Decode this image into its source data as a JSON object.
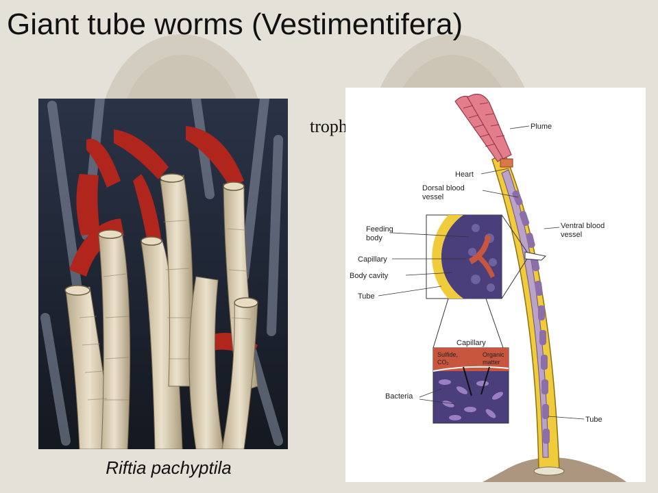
{
  "slide": {
    "title": "Giant tube worms (Vestimentifera)",
    "photo_caption": "Riftia pachyptila",
    "callout": "trophosome"
  },
  "diagram": {
    "labels": {
      "plume": "Plume",
      "heart": "Heart",
      "dorsal_vessel_1": "Dorsal blood",
      "dorsal_vessel_2": "vessel",
      "ventral_vessel_1": "Ventral blood",
      "ventral_vessel_2": "vessel",
      "feeding_body_1": "Feeding",
      "feeding_body_2": "body",
      "capillary": "Capillary",
      "body_cavity": "Body cavity",
      "tube_inset": "Tube",
      "capillary_zoom": "Capillary",
      "sulfide_1": "Sulfide,",
      "sulfide_2": "CO₂",
      "organic_1": "Organic",
      "organic_2": "matter",
      "bacteria": "Bacteria",
      "tube_main": "Tube"
    }
  },
  "colors": {
    "background": "#e4e1d8",
    "worm_red": "#b0251c",
    "tube_yellow": "#f0cc3c",
    "plume_pink": "#e27e8c",
    "cell_purple": "#4a3f7a",
    "capillary_red": "#c8563f"
  }
}
